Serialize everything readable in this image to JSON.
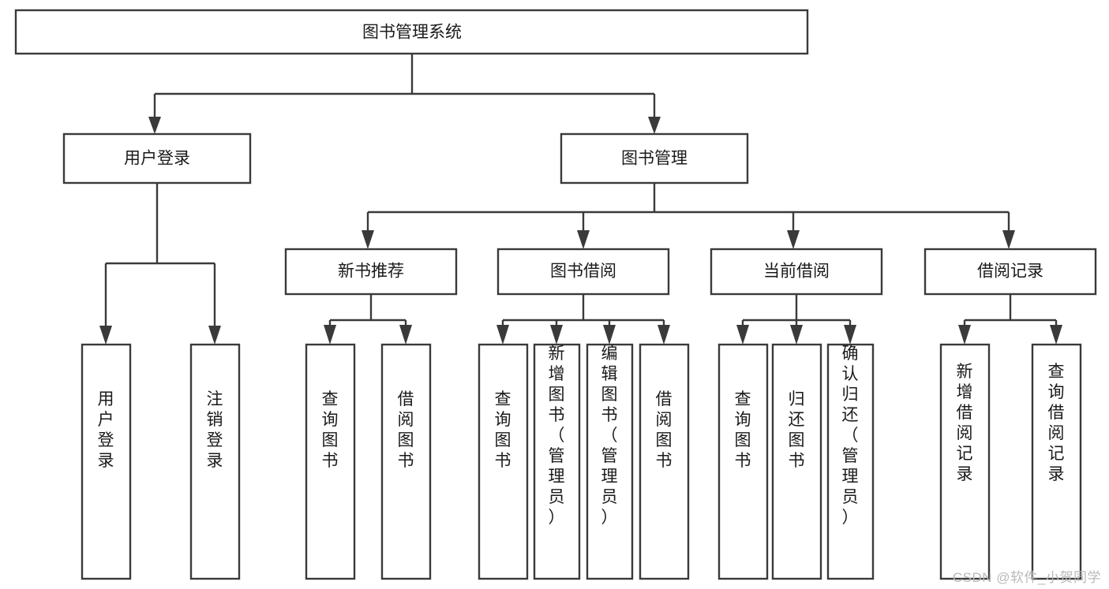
{
  "diagram": {
    "type": "tree-hierarchy-chart",
    "title": "图书管理系统",
    "watermark": "CSDN @软件_小贺同学",
    "colors": {
      "box_stroke": "#3a3a3a",
      "box_fill": "#ffffff",
      "text": "#1a1a1a",
      "background": "#ffffff",
      "watermark": "#b9b9b9"
    },
    "levels": {
      "root": {
        "label": "图书管理系统"
      },
      "level2": [
        {
          "label": "用户登录"
        },
        {
          "label": "图书管理"
        }
      ],
      "level3": [
        {
          "label": "新书推荐"
        },
        {
          "label": "图书借阅"
        },
        {
          "label": "当前借阅"
        },
        {
          "label": "借阅记录"
        }
      ],
      "leaves_user_login": [
        {
          "label": "用户登录"
        },
        {
          "label": "注销登录"
        }
      ],
      "leaves_new_book": [
        {
          "label": "查询图书"
        },
        {
          "label": "借阅图书"
        }
      ],
      "leaves_borrow_book": [
        {
          "label": "查询图书"
        },
        {
          "label": "新增图书（管理员）"
        },
        {
          "label": "编辑图书（管理员）"
        },
        {
          "label": "借阅图书"
        }
      ],
      "leaves_current_borrow": [
        {
          "label": "查询图书"
        },
        {
          "label": "归还图书"
        },
        {
          "label": "确认归还（管理员）"
        }
      ],
      "leaves_borrow_record": [
        {
          "label": "新增借阅记录"
        },
        {
          "label": "查询借阅记录"
        }
      ]
    }
  }
}
